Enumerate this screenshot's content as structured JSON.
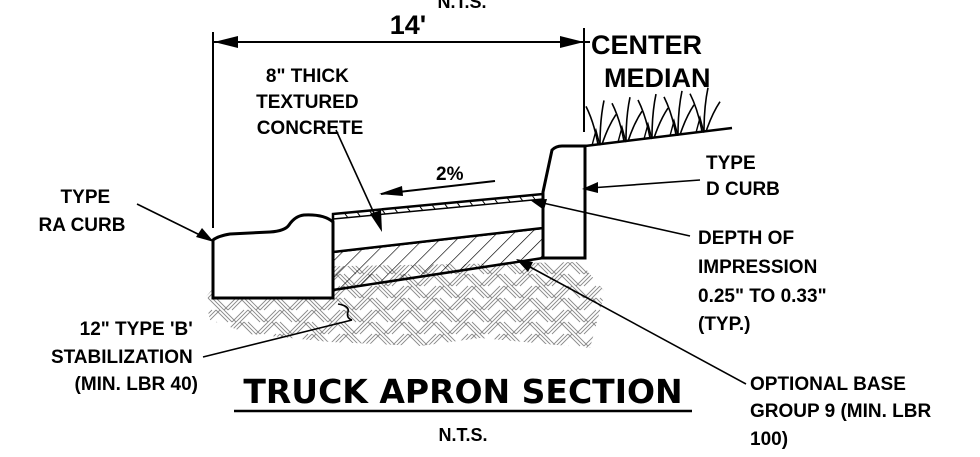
{
  "top_note": "N.T.S.",
  "dimension": {
    "width_label": "14'"
  },
  "labels": {
    "center_median": [
      "CENTER",
      "MEDIAN"
    ],
    "concrete": [
      "8\" THICK",
      "TEXTURED",
      "CONCRETE"
    ],
    "slope": "2%",
    "type_ra_curb": [
      "TYPE",
      "RA CURB"
    ],
    "type_d_curb": [
      "TYPE",
      "D CURB"
    ],
    "depth_of_impression": [
      "DEPTH OF",
      "IMPRESSION",
      "0.25\" TO 0.33\"",
      "(TYP.)"
    ],
    "stabilization": [
      "12\" TYPE 'B'",
      "STABILIZATION",
      "(MIN. LBR 40)"
    ],
    "optional_base": [
      "OPTIONAL BASE",
      "GROUP 9 (MIN. LBR",
      "100)"
    ]
  },
  "title": "TRUCK APRON SECTION",
  "subtitle": "N.T.S.",
  "colors": {
    "line": "#000000",
    "background": "#ffffff"
  }
}
